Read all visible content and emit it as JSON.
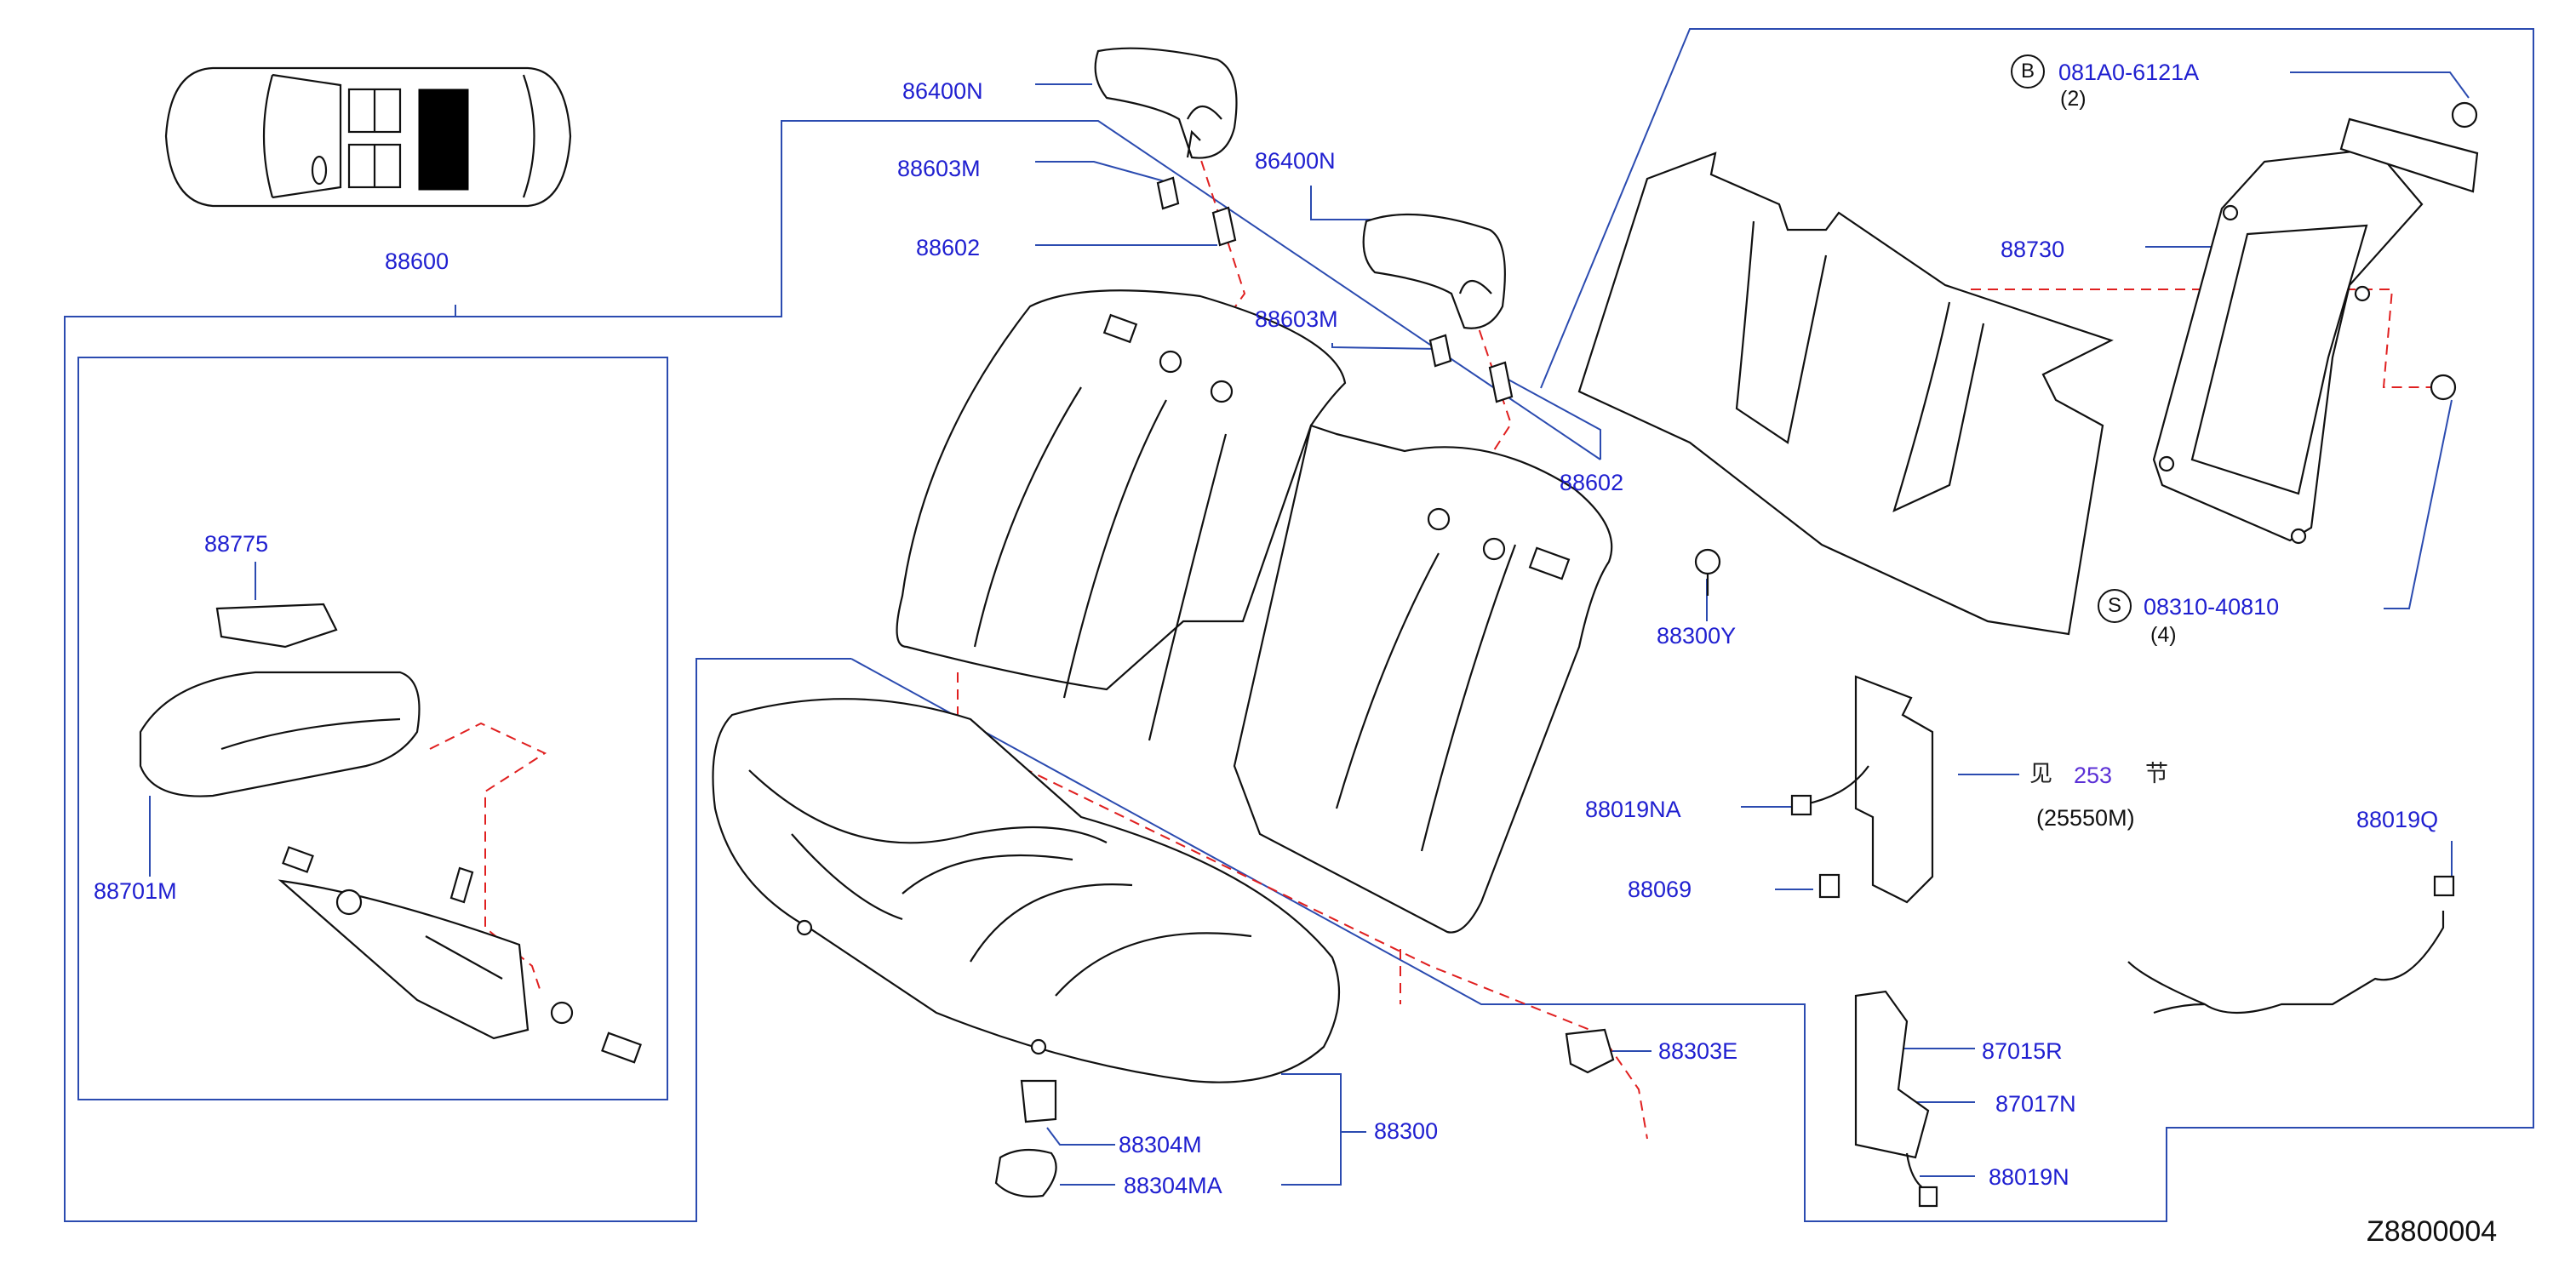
{
  "labels": {
    "p86400N_a": "86400N",
    "p88603M_a": "88603M",
    "p88602_a": "88602",
    "p86400N_b": "86400N",
    "p88603M_b": "88603M",
    "p88602_b": "88602",
    "p88600": "88600",
    "p88775": "88775",
    "p88701M": "88701M",
    "p88730": "88730",
    "p88300Y": "88300Y",
    "p88019NA": "88019NA",
    "p88069": "88069",
    "p88019Q": "88019Q",
    "p88303E": "88303E",
    "p88300": "88300",
    "p88304M": "88304M",
    "p88304MA": "88304MA",
    "p87015R": "87015R",
    "p87017N": "87017N",
    "p88019N": "88019N",
    "bolt_b": "081A0-6121A",
    "bolt_b_qty": "(2)",
    "bolt_s": "08310-40810",
    "bolt_s_qty": "(4)",
    "ref_prefix": "见",
    "ref_page": "253",
    "ref_suffix": "节",
    "ref_code": "(25550M)"
  },
  "symbols": {
    "b_circle": "B",
    "s_circle": "S"
  },
  "diagram_code": "Z8800004",
  "colors": {
    "label_blue": "#1f1fd0",
    "leader_blue": "#2b4bb0",
    "dashed_red": "#e02020",
    "part_line": "#111111"
  }
}
